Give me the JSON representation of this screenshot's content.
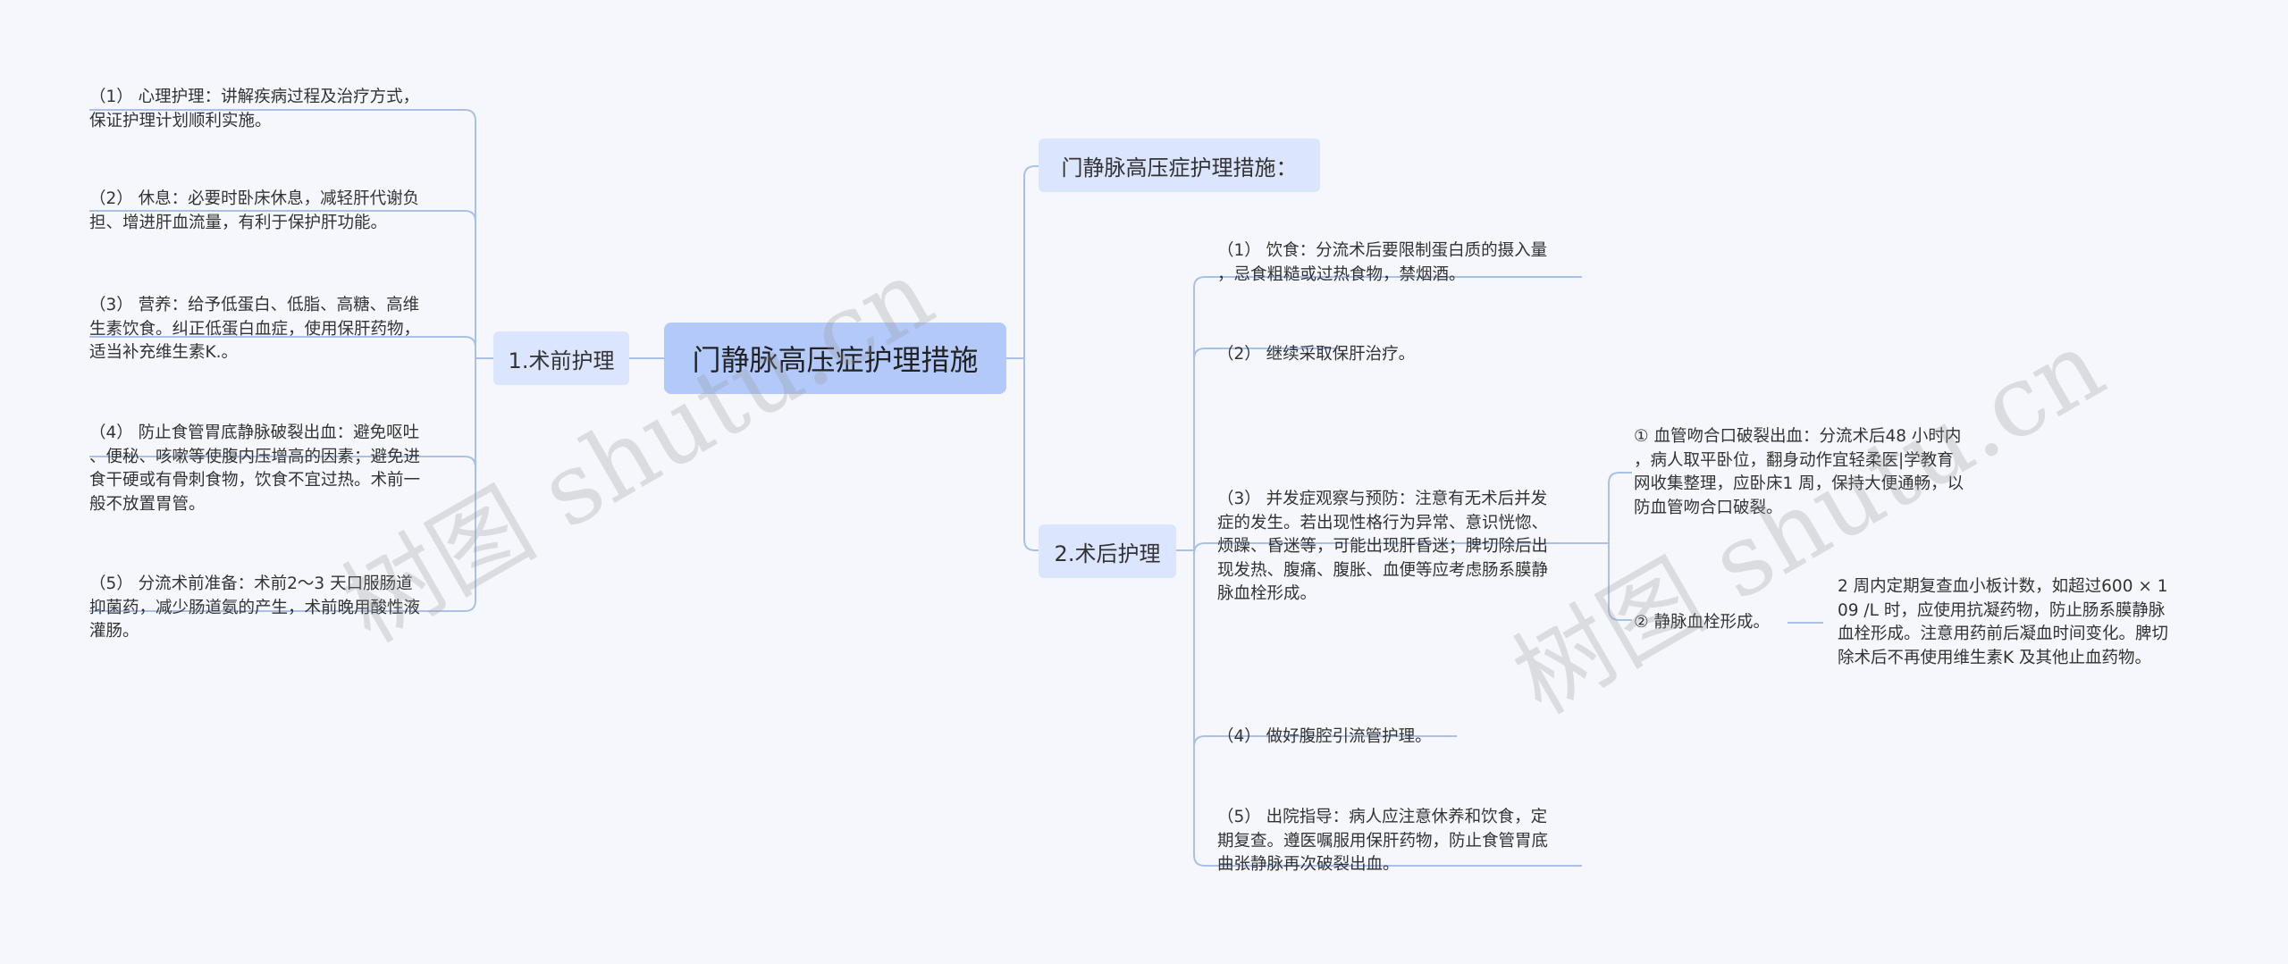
{
  "root": {
    "title": "门静脉高压症护理措施"
  },
  "branches": {
    "pre_op": {
      "title": "1.术前护理",
      "items": [
        "（1） 心理护理：讲解疾病过程及治疗方式，\n保证护理计划顺利实施。",
        "（2） 休息：必要时卧床休息，减轻肝代谢负\n担、增进肝血流量，有利于保护肝功能。",
        "（3） 营养：给予低蛋白、低脂、高糖、高维\n生素饮食。纠正低蛋白血症，使用保肝药物，\n适当补充维生素K.。",
        "（4） 防止食管胃底静脉破裂出血：避免呕吐\n、便秘、咳嗽等使腹内压增高的因素；避免进\n食干硬或有骨刺食物，饮食不宜过热。术前一\n般不放置胃管。",
        "（5） 分流术前准备：术前2～3 天口服肠道\n抑菌药，减少肠道氨的产生，术前晚用酸性液\n灌肠。"
      ]
    },
    "header": {
      "title": "门静脉高压症护理措施："
    },
    "post_op": {
      "title": "2.术后护理",
      "items": [
        "（1） 饮食：分流术后要限制蛋白质的摄入量\n，忌食粗糙或过热食物，禁烟酒。",
        "（2） 继续采取保肝治疗。",
        "（3） 并发症观察与预防：注意有无术后并发\n症的发生。若出现性格行为异常、意识恍惚、\n烦躁、昏迷等，可能出现肝昏迷；脾切除后出\n现发热、腹痛、腹胀、血便等应考虑肠系膜静\n脉血栓形成。",
        "（4） 做好腹腔引流管护理。",
        "（5） 出院指导：病人应注意休养和饮食，定\n期复查。遵医嘱服用保肝药物，防止食管胃底\n曲张静脉再次破裂出血。"
      ],
      "complications": [
        "① 血管吻合口破裂出血：分流术后48 小时内\n，病人取平卧位，翻身动作宜轻柔医|学教育\n网收集整理，应卧床1 周，保持大便通畅，以\n防血管吻合口破裂。",
        "② 静脉血栓形成。"
      ],
      "thrombosis_detail": "2 周内定期复查血小板计数，如超过600 × 1\n09 /L 时，应使用抗凝药物，防止肠系膜静脉\n血栓形成。注意用药前后凝血时间变化。脾切\n除术后不再使用维生素K 及其他止血药物。"
    }
  },
  "watermarks": [
    "树图 shutu.cn",
    "树图 shutu.cn"
  ],
  "colors": {
    "background": "#f5f7fc",
    "root": "#b2c9fa",
    "branch": "#dbe5fd",
    "line": "#a9c1e8"
  }
}
